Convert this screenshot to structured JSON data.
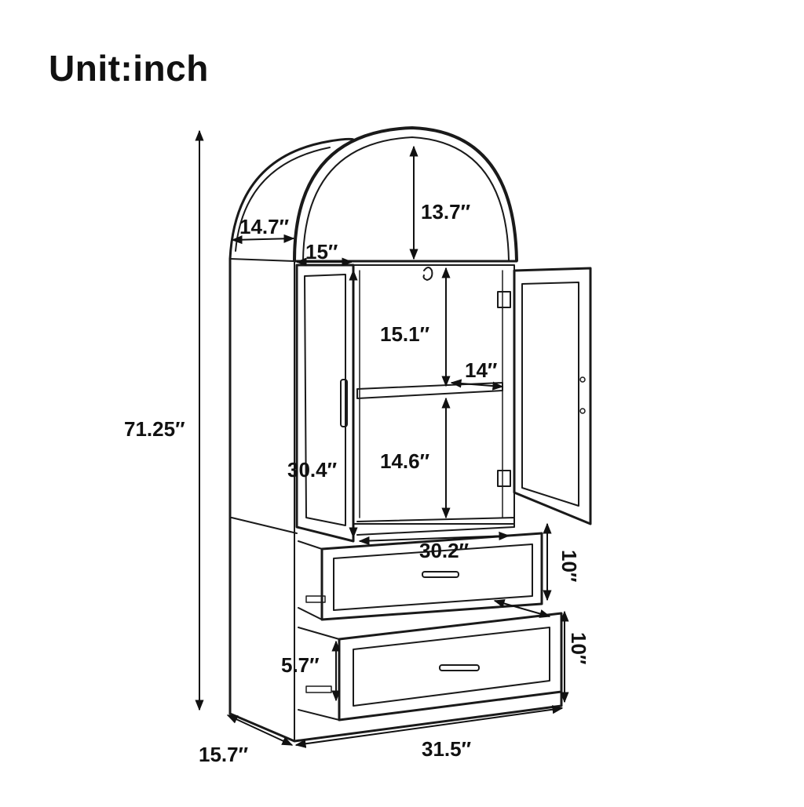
{
  "title": "Unit:inch",
  "dimensions": {
    "total_height": "71.25″",
    "arch_width": "14.7″",
    "arch_height": "13.7″",
    "door_width": "15″",
    "upper_shelf_height": "15.1″",
    "shelf_depth": "14″",
    "cabinet_height": "30.4″",
    "lower_shelf_height": "14.6″",
    "interior_width": "30.2″",
    "drawer1_height": "10″",
    "drawer2_height": "10″",
    "drawer_slide_height": "5.7″",
    "depth": "15.7″",
    "width": "31.5″"
  }
}
